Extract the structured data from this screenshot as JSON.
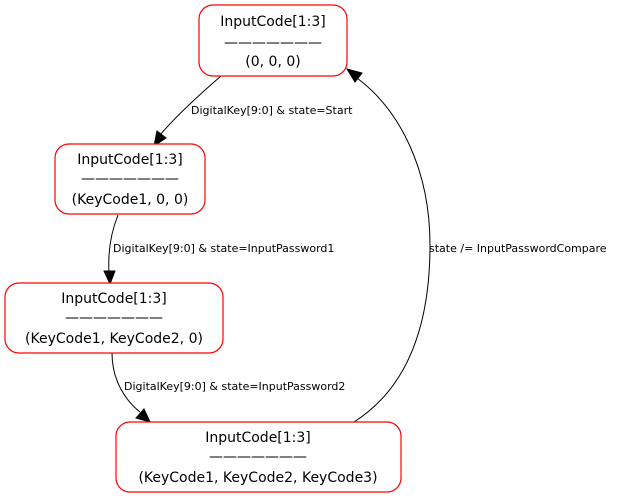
{
  "nodes": [
    {
      "id": "n0",
      "title": "InputCode[1:3]",
      "separator": "———————",
      "value": "(0, 0, 0)"
    },
    {
      "id": "n1",
      "title": "InputCode[1:3]",
      "separator": "———————",
      "value": "(KeyCode1, 0, 0)"
    },
    {
      "id": "n2",
      "title": "InputCode[1:3]",
      "separator": "———————",
      "value": "(KeyCode1, KeyCode2, 0)"
    },
    {
      "id": "n3",
      "title": "InputCode[1:3]",
      "separator": "———————",
      "value": "(KeyCode1, KeyCode2, KeyCode3)"
    }
  ],
  "edges": [
    {
      "from": "n0",
      "to": "n1",
      "label": "DigitalKey[9:0] & state=Start"
    },
    {
      "from": "n1",
      "to": "n2",
      "label": "DigitalKey[9:0] & state=InputPassword1"
    },
    {
      "from": "n2",
      "to": "n3",
      "label": "DigitalKey[9:0] & state=InputPassword2"
    },
    {
      "from": "n3",
      "to": "n0",
      "label": "state /= InputPasswordCompare"
    }
  ],
  "colors": {
    "node_border": "#ff0000",
    "edge": "#000000",
    "text": "#000000",
    "background": "#ffffff"
  }
}
